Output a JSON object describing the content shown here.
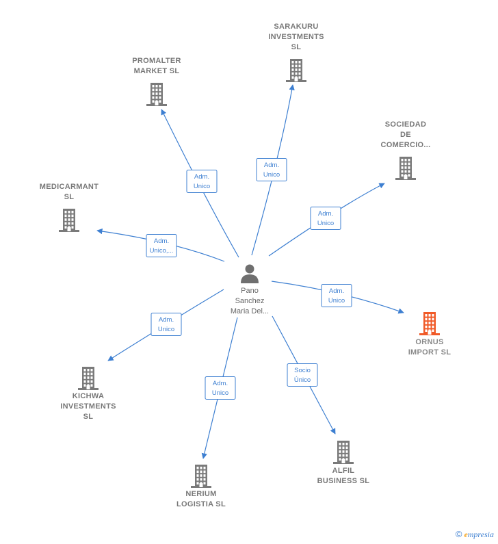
{
  "center": {
    "label_lines": [
      "Pano",
      "Sanchez",
      "Maria Del..."
    ],
    "icon": "person-icon"
  },
  "colors": {
    "edge": "#3d7fd1",
    "node": "#7a7a7a",
    "highlight": "#f05a28"
  },
  "nodes": [
    {
      "id": "sarakuru",
      "label_lines": [
        "SARAKURU",
        "INVESTMENTS",
        "SL"
      ],
      "edge_lines": [
        "Adm.",
        "Unico"
      ],
      "highlight": false
    },
    {
      "id": "promalter",
      "label_lines": [
        "PROMALTER",
        "MARKET  SL"
      ],
      "edge_lines": [
        "Adm.",
        "Unico"
      ],
      "highlight": false
    },
    {
      "id": "sociedad",
      "label_lines": [
        "SOCIEDAD",
        "DE",
        "COMERCIO..."
      ],
      "edge_lines": [
        "Adm.",
        "Unico"
      ],
      "highlight": false
    },
    {
      "id": "medicarmant",
      "label_lines": [
        "MEDICARMANT",
        "SL"
      ],
      "edge_lines": [
        "Adm.",
        "Unico,..."
      ],
      "highlight": false
    },
    {
      "id": "ornus",
      "label_lines": [
        "ORNUS",
        "IMPORT  SL"
      ],
      "edge_lines": [
        "Adm.",
        "Unico"
      ],
      "highlight": true
    },
    {
      "id": "kichwa",
      "label_lines": [
        "KICHWA",
        "INVESTMENTS",
        "SL"
      ],
      "edge_lines": [
        "Adm.",
        "Unico"
      ],
      "highlight": false
    },
    {
      "id": "alfil",
      "label_lines": [
        "ALFIL",
        "BUSINESS SL"
      ],
      "edge_lines": [
        "Socio",
        "Único"
      ],
      "highlight": false
    },
    {
      "id": "nerium",
      "label_lines": [
        "NERIUM",
        "LOGISTIA  SL"
      ],
      "edge_lines": [
        "Adm.",
        "Unico"
      ],
      "highlight": false
    }
  ],
  "footer": {
    "copyright_symbol": "©",
    "brand_first": "e",
    "brand_rest": "mpresia"
  }
}
